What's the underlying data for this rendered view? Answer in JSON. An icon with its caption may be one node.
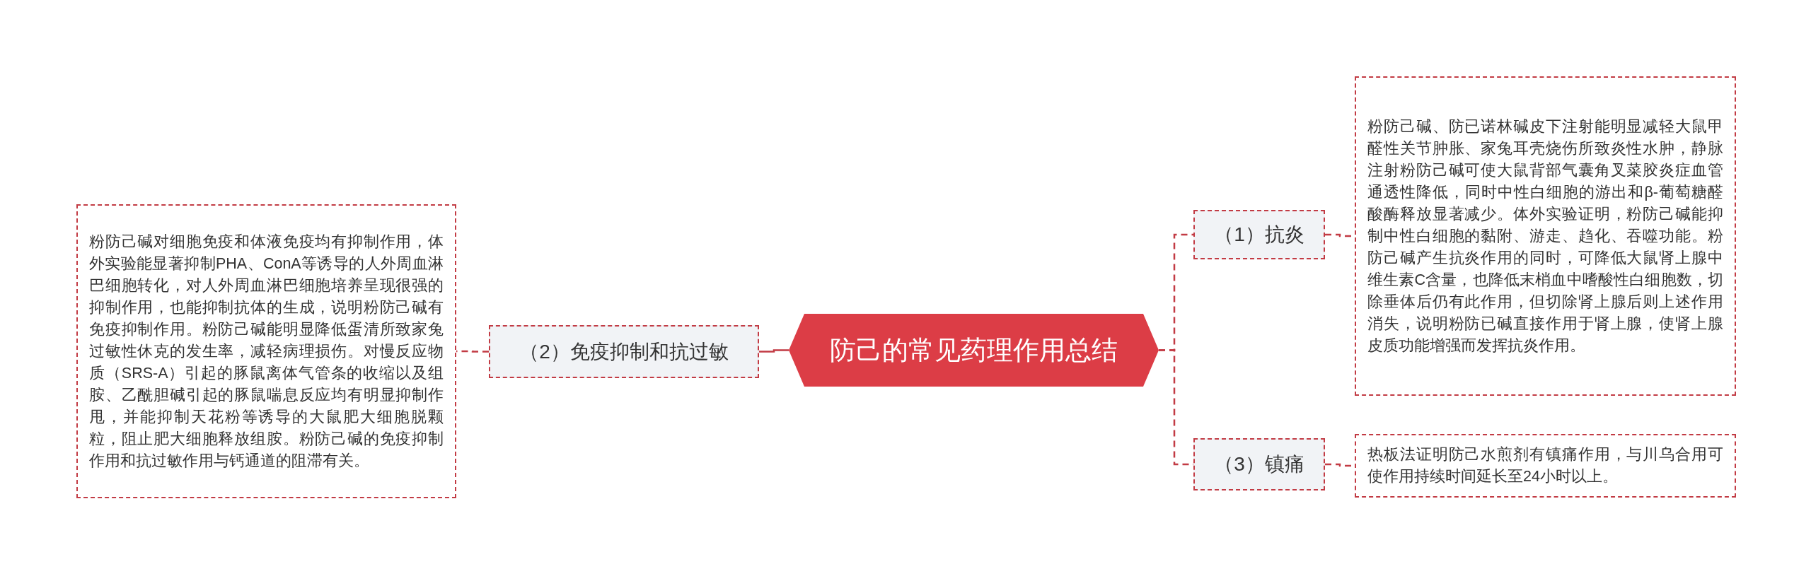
{
  "diagram": {
    "nodes": [
      {
        "text": [
          "防己的常见药理作用总结"
        ]
      },
      {
        "text": [
          "（2）免疫抑制和抗过敏"
        ]
      },
      {
        "text": [
          "粉防己碱对细胞免疫和体液免疫均有抑制作用，体外实验能显著抑制PHA、ConA等诱导的人外周血淋巴细胞转化，对人外周血淋巴细胞培养呈现很强的抑制作用，也能抑制抗体的生成，说明粉防己碱有免疫抑制作用。粉防己碱能明显降低蛋清所致家兔过敏性休克的发生率，减轻病理损伤。对慢反应物质（SRS-A）引起的豚鼠离体气管条的收缩以及组胺、乙酰胆碱引起的豚鼠喘息反应均有明显抑制作甩，并能抑制天花粉等诱导的大鼠肥大细胞脱颗粒，阻止肥大细胞释放组胺。粉防己碱的免疫抑制作用和抗过敏作用与钙通道的阻滞有关。"
        ]
      },
      {
        "text": [
          "（1）抗炎"
        ]
      },
      {
        "text": [
          "粉防己碱、防已诺林碱皮下注射能明显减轻大鼠甲醛性关节肿胀、家兔耳壳烧伤所致炎性水肿，静脉注射粉防己碱可使大鼠背部气囊角叉菜胶炎症血管通透性降低，同时中性白细胞的游出和β-葡萄糖醛酸酶释放显著减少。体外实验证明，粉防己碱能抑制中性白细胞的黏附、游走、趋化、吞噬功能。粉防己碱产生抗炎作用的同时，可降低大鼠肾上腺中维生素C含量，也降低末梢血中嗜酸性白细胞数，切除垂体后仍有此作用，但切除肾上腺后则上述作用消失，说明粉防已碱直接作用于肾上腺，使肾上腺皮质功能增强而发挥抗炎作用。"
        ]
      },
      {
        "text": [
          "（3）镇痛"
        ]
      },
      {
        "text": [
          "热板法证明防己水煎剂有镇痛作用，与川乌合用可使作用持续时间延长至24小时以上。"
        ]
      }
    ],
    "edges": [
      {
        "from": 0,
        "to": 1,
        "arrow": "none"
      },
      {
        "from": 1,
        "to": 2,
        "arrow": "none",
        "style": "dashed"
      },
      {
        "from": 0,
        "to": 3,
        "arrow": "none",
        "style": "dashed"
      },
      {
        "from": 3,
        "to": 4,
        "arrow": "none",
        "style": "dashed"
      },
      {
        "from": 0,
        "to": 5,
        "arrow": "none",
        "style": "dashed"
      },
      {
        "from": 5,
        "to": 6,
        "arrow": "none",
        "style": "dashed"
      }
    ]
  }
}
